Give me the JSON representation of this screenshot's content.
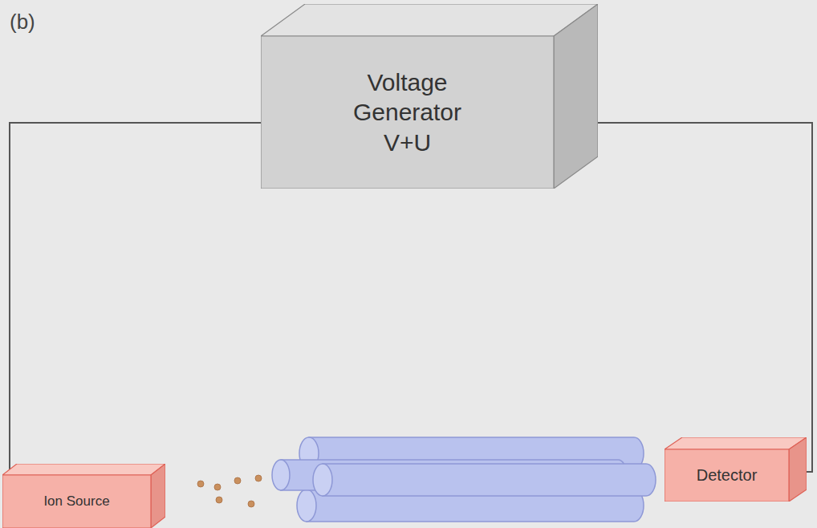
{
  "diagram": {
    "nodes": [
      {
        "text": [
          "Voltage Generator",
          "V+U"
        ]
      },
      {
        "text": [
          "Ion Source"
        ]
      },
      {
        "text": [
          "Detector"
        ]
      }
    ],
    "edges": [
      {
        "from": 0,
        "to": 1,
        "arrow": "none"
      },
      {
        "from": 0,
        "to": 2,
        "arrow": "none"
      }
    ],
    "labels": [
      "(b)"
    ]
  }
}
